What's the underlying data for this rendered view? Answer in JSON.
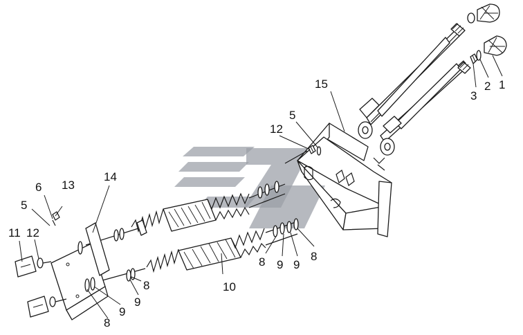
{
  "labels": {
    "l1": "1",
    "l2": "2",
    "l3": "3",
    "l15": "15",
    "l5a": "5",
    "l12a": "12",
    "l6": "6",
    "l13": "13",
    "l14": "14",
    "l5b": "5",
    "l11": "11",
    "l12b": "12",
    "l10": "10",
    "l8a": "8",
    "l9a": "9",
    "l9b": "9",
    "l8b": "8",
    "l8c": "8",
    "l9c": "9",
    "l8d": "8",
    "l9d": "9"
  },
  "colors": {
    "ink": "#1a1a1a",
    "watermark": "#9a9ea6",
    "background": "#ffffff"
  }
}
